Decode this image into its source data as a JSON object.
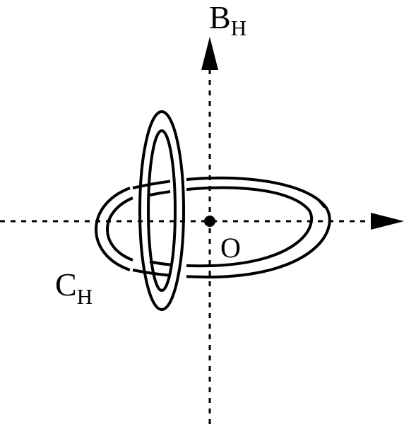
{
  "labels": {
    "vertical_axis": {
      "main": "B",
      "sub": "H"
    },
    "curve_label": {
      "main": "C",
      "sub": "H"
    },
    "origin": "O"
  },
  "colors": {
    "stroke": "#000000",
    "background": "#ffffff"
  }
}
